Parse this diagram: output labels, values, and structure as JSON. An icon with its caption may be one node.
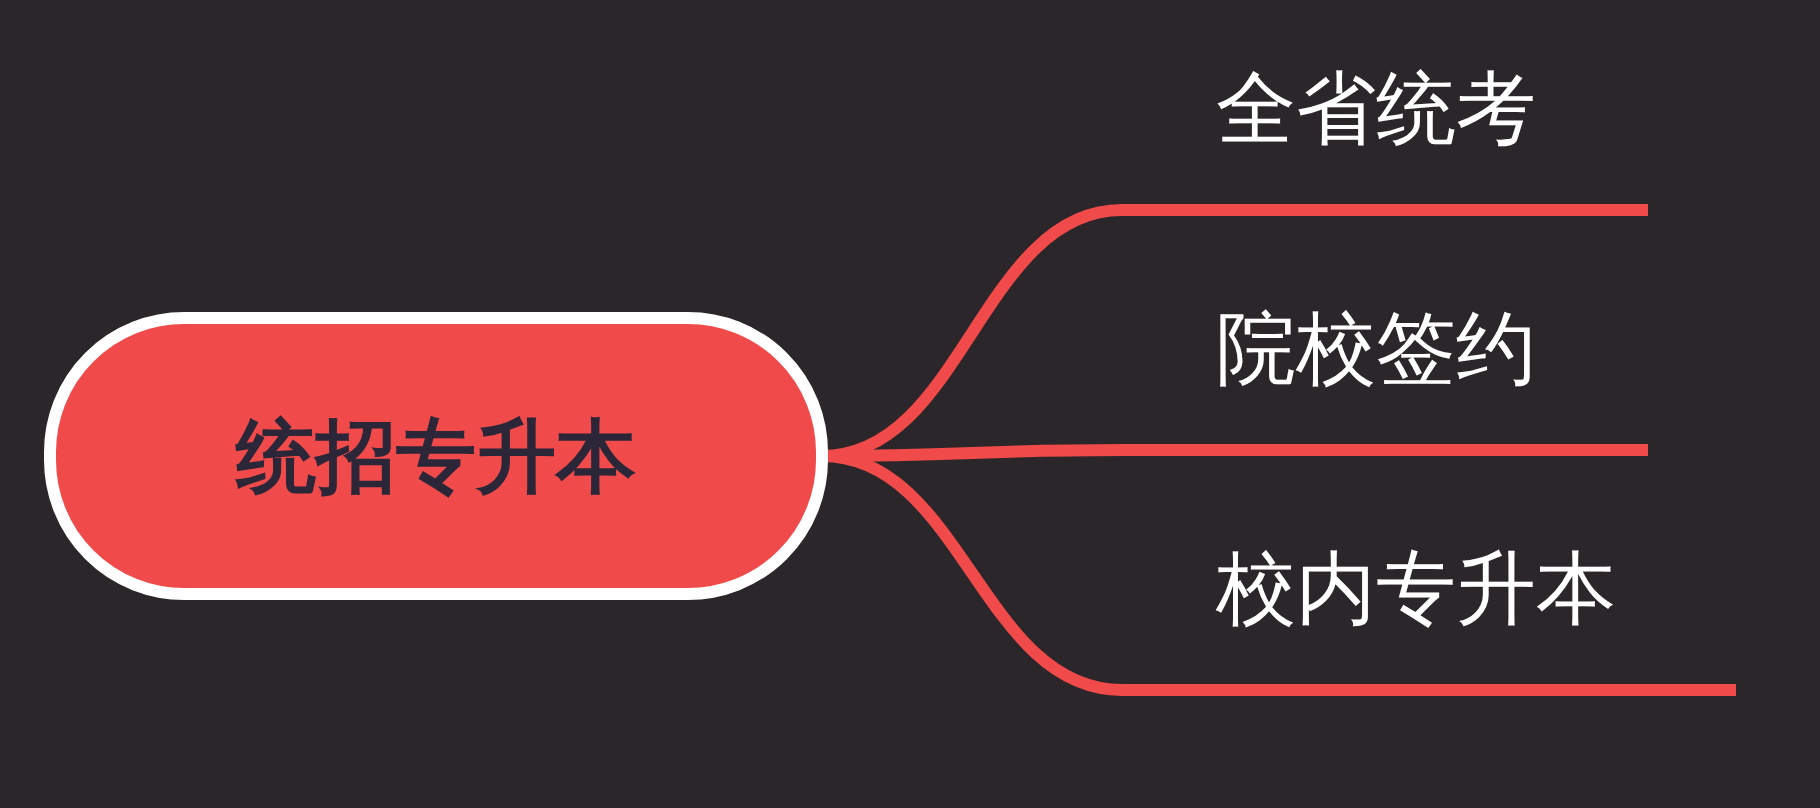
{
  "diagram": {
    "nodes": [
      {
        "text": [
          "统招专升本"
        ]
      },
      {
        "text": [
          "全省统考"
        ]
      },
      {
        "text": [
          "院校签约"
        ]
      },
      {
        "text": [
          "校内专升本"
        ]
      }
    ],
    "edges": [
      {
        "from": 0,
        "to": 1,
        "arrow": "none"
      },
      {
        "from": 0,
        "to": 2,
        "arrow": "none"
      },
      {
        "from": 0,
        "to": 3,
        "arrow": "none"
      }
    ]
  }
}
